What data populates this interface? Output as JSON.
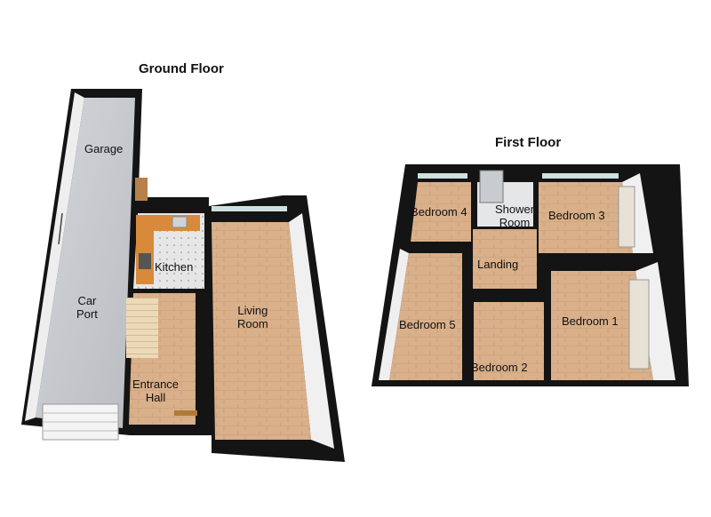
{
  "floors": {
    "ground": {
      "title": "Ground Floor",
      "rooms": {
        "garage": "Garage",
        "car_port_l1": "Car",
        "car_port_l2": "Port",
        "kitchen": "Kitchen",
        "living_l1": "Living",
        "living_l2": "Room",
        "entrance_l1": "Entrance",
        "entrance_l2": "Hall"
      }
    },
    "first": {
      "title": "First Floor",
      "rooms": {
        "bedroom4": "Bedroom 4",
        "shower_l1": "Shower",
        "shower_l2": "Room",
        "bedroom3": "Bedroom 3",
        "landing": "Landing",
        "bedroom5": "Bedroom 5",
        "bedroom1": "Bedroom 1",
        "bedroom2": "Bedroom 2"
      }
    }
  },
  "colors": {
    "wall": "#141414",
    "wood_floor": "#d9b08a",
    "concrete_floor": "#c9cbcf",
    "tile_floor": "#e2e2e2",
    "worktop": "#d88a3a",
    "wall_inner": "#f2f2f2"
  }
}
